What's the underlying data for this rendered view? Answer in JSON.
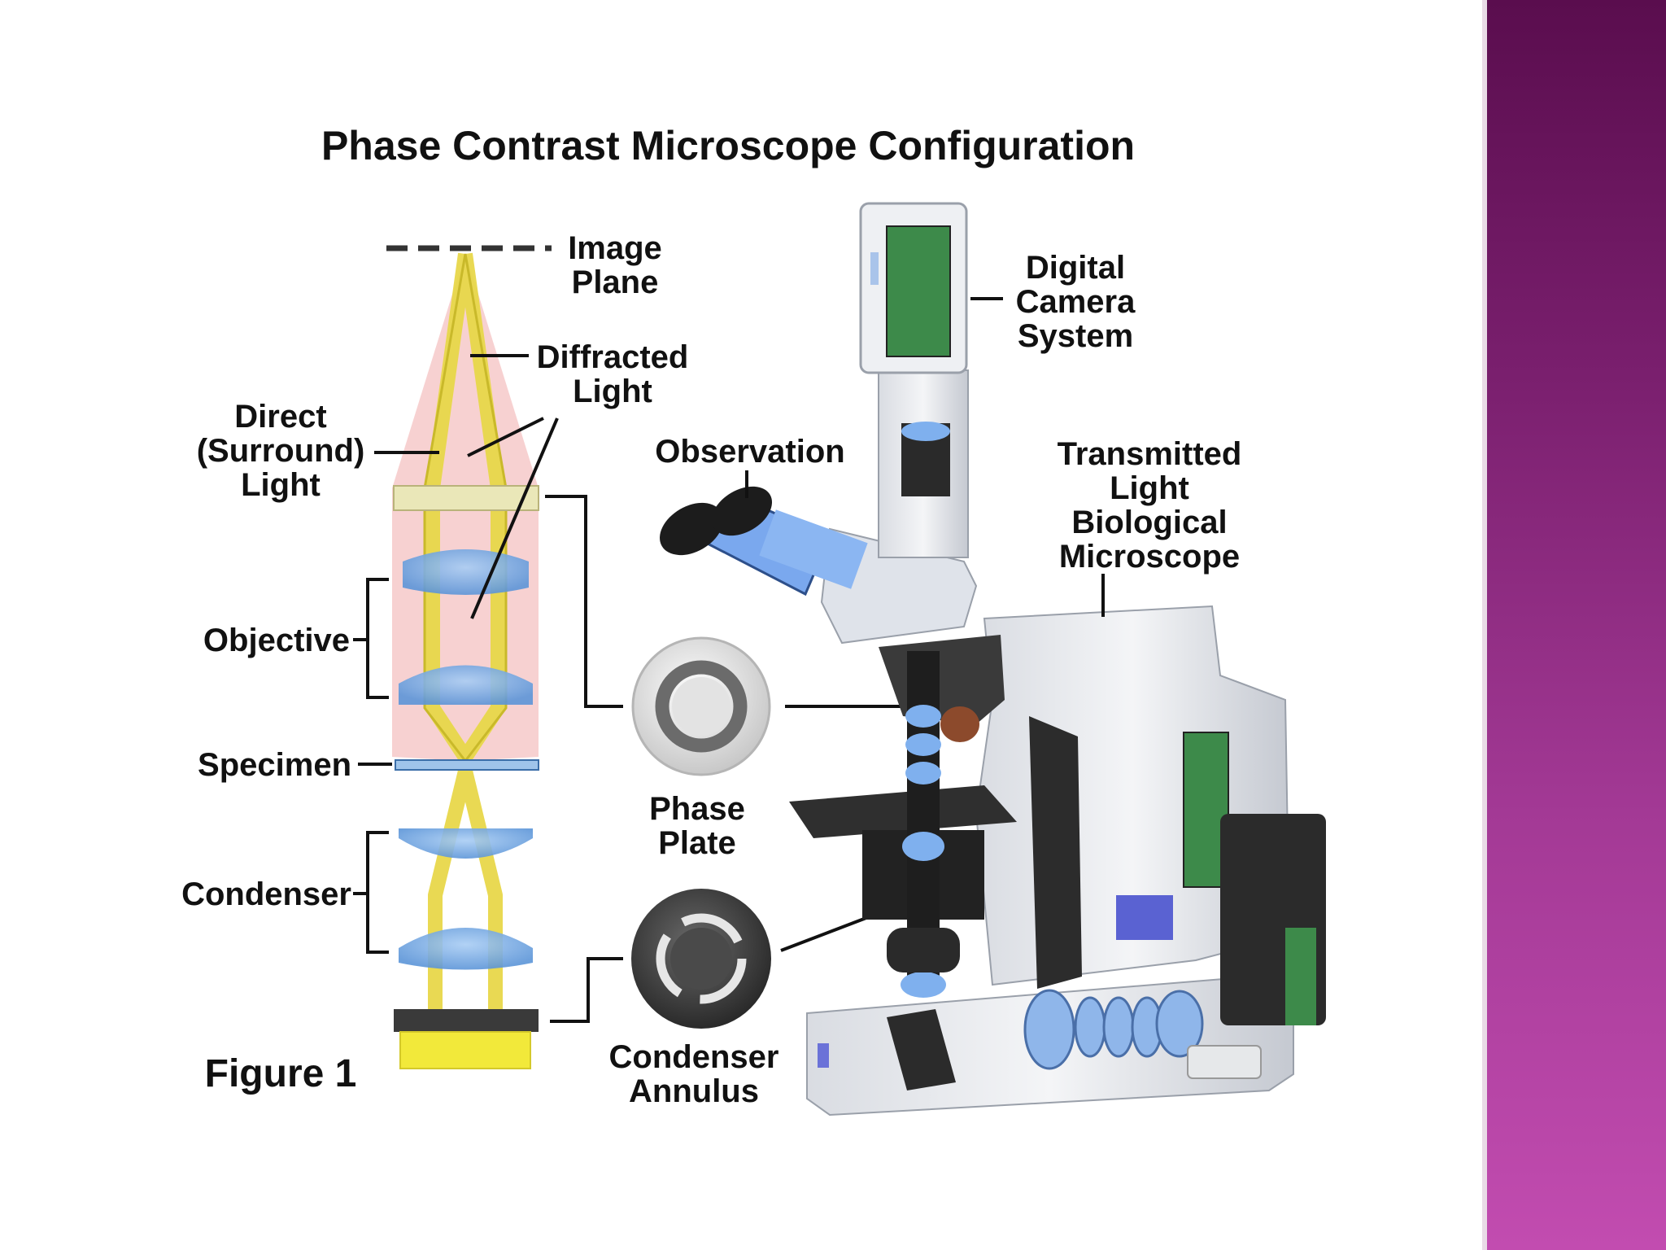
{
  "title": "Phase Contrast Microscope Configuration",
  "figure_label": "Figure 1",
  "labels": {
    "image_plane": [
      "Image",
      "Plane"
    ],
    "diffracted_light": [
      "Diffracted",
      "Light"
    ],
    "direct_light": [
      "Direct",
      "(Surround)",
      "Light"
    ],
    "objective": "Objective",
    "specimen": "Specimen",
    "condenser": "Condenser",
    "observation": "Observation",
    "digital_camera": [
      "Digital",
      "Camera",
      "System"
    ],
    "transmitted_light": [
      "Transmitted",
      "Light",
      "Biological",
      "Microscope"
    ],
    "phase_plate": [
      "Phase",
      "Plate"
    ],
    "condenser_annulus": [
      "Condenser",
      "Annulus"
    ]
  },
  "colors": {
    "side_band_top": "#5a0d4e",
    "side_band_bottom": "#c24cb0",
    "light_beam": "#e8d84a",
    "lens_blue": "#6fa8e6",
    "cone_pink": "#f6c9c9"
  }
}
